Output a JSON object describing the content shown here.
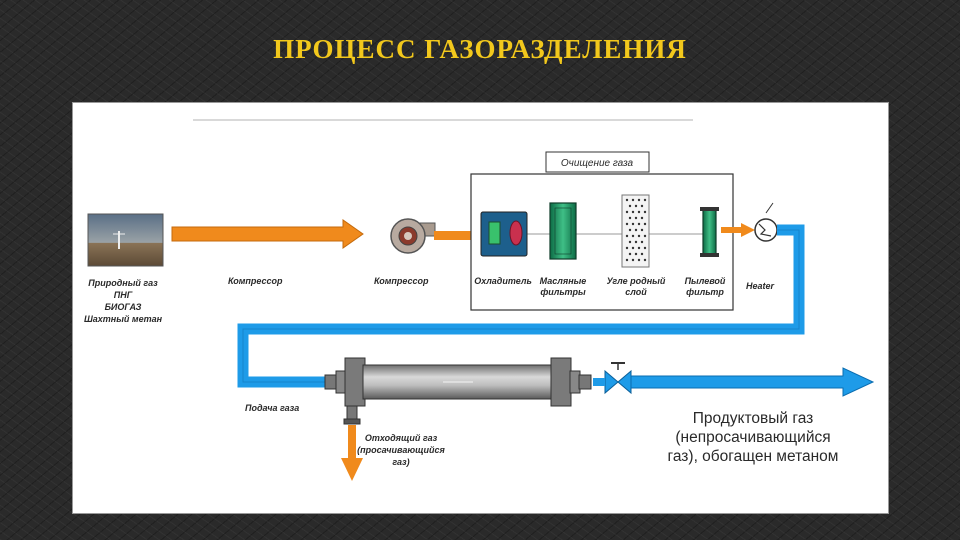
{
  "title": "ПРОЦЕСС ГАЗОРАЗДЕЛЕНИЯ",
  "source": {
    "line1": "Природный газ",
    "line2": "ПНГ",
    "line3": "БИОГАЗ",
    "line4": "Шахтный метан"
  },
  "compressor_label_1": "Компрессор",
  "compressor_label_2": "Компрессор",
  "cleaning_box_title": "Очищение газа",
  "cleaning": {
    "cooler": "Охладитель",
    "oil_filters_1": "Масляные",
    "oil_filters_2": "фильтры",
    "carbon_1": "Угле родный",
    "carbon_2": "слой",
    "dust_1": "Пылевой",
    "dust_2": "фильтр"
  },
  "heater": "Heater",
  "gas_feed": "Подача газа",
  "waste_gas": {
    "line1": "Отходящий газ",
    "line2": "(просачивающийся",
    "line3": "газ)"
  },
  "product_gas": {
    "line1": "Продуктовый газ",
    "line2": "(непросачивающийся",
    "line3": "газ), обогащен метаном"
  },
  "colors": {
    "title": "#f2c81c",
    "orange_flow": "#f08a1c",
    "blue_flow": "#1e9be8"
  }
}
